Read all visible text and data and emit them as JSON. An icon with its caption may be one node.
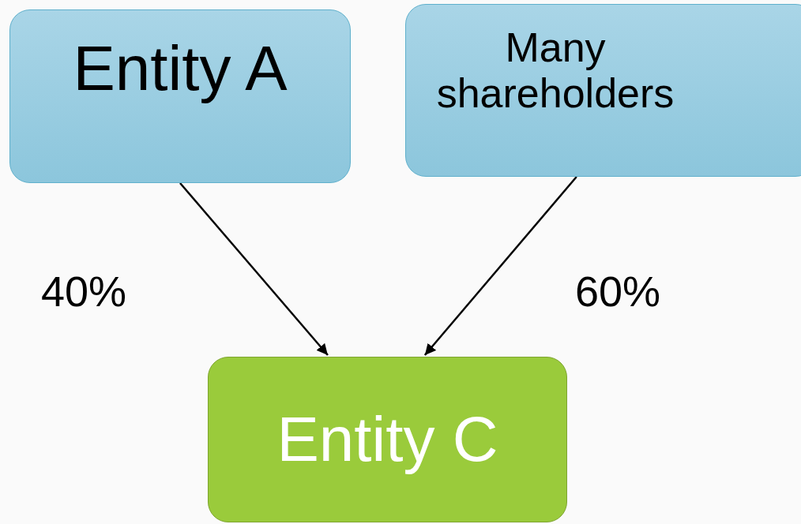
{
  "diagram": {
    "nodes": [
      {
        "text": [
          "Entity A"
        ]
      },
      {
        "text": [
          "Many shareholders"
        ]
      },
      {
        "text": [
          "Entity C"
        ]
      }
    ],
    "edges": [
      {
        "from": 0,
        "to": 2,
        "arrow": "to",
        "label": "40%"
      },
      {
        "from": 1,
        "to": 2,
        "arrow": "to",
        "label": "60%"
      }
    ]
  }
}
